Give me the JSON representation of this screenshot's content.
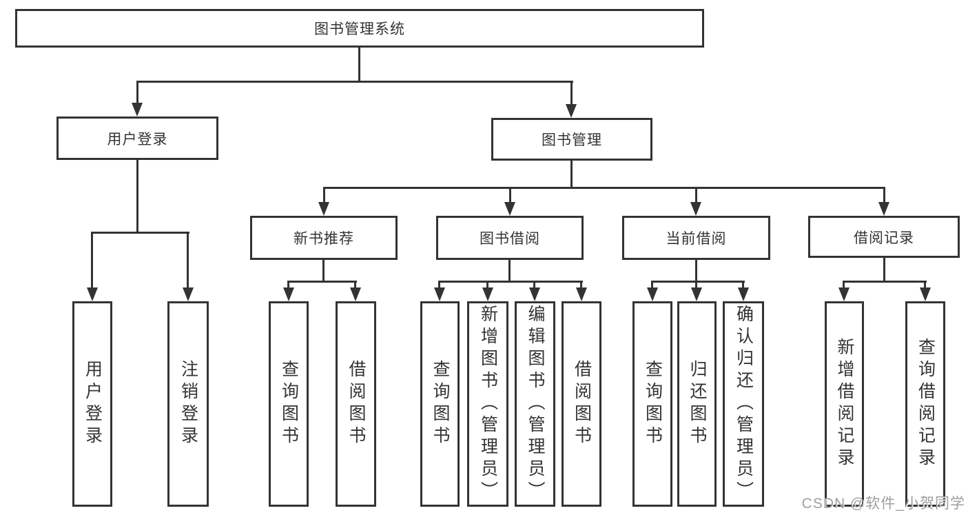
{
  "diagram": {
    "root": "图书管理系统",
    "level2": {
      "user_login": "用户登录",
      "book_mgmt": "图书管理"
    },
    "level3": {
      "new_books": "新书推荐",
      "book_borrow": "图书借阅",
      "current_borrow": "当前借阅",
      "borrow_records": "借阅记录"
    },
    "leaves": {
      "user_login": [
        "用户登录",
        "注销登录"
      ],
      "new_books": [
        "查询图书",
        "借阅图书"
      ],
      "book_borrow": [
        "查询图书",
        "新增图书（管理员）",
        "编辑图书（管理员）",
        "借阅图书"
      ],
      "current_borrow": [
        "查询图书",
        "归还图书",
        "确认归还（管理员）"
      ],
      "borrow_records": [
        "新增借阅记录",
        "查询借阅记录"
      ]
    }
  },
  "watermark": "CSDN @软件_小贺同学",
  "colors": {
    "line": "#333333",
    "box_border": "#333333",
    "box_fill": "#ffffff",
    "text": "#333333",
    "watermark_text": "#9e9e9e"
  }
}
